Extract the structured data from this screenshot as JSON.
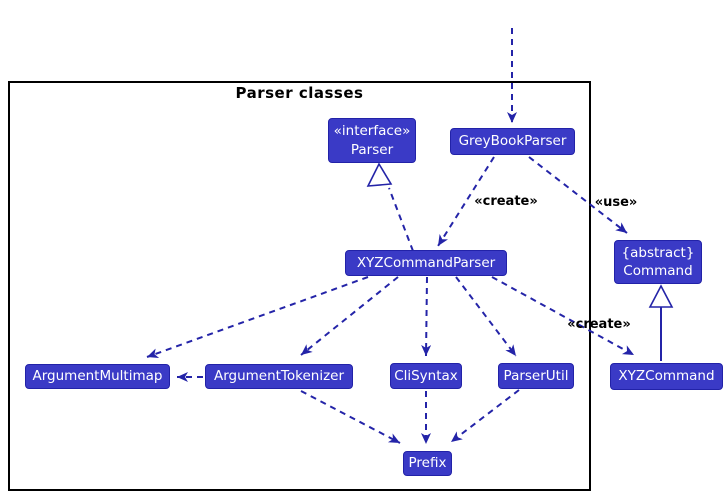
{
  "diagram": {
    "frame_title": "Parser classes",
    "classes": [
      {
        "name": "parser-interface",
        "stereotype": "«interface»",
        "label": "Parser"
      },
      {
        "name": "greybook-parser",
        "label": "GreyBookParser"
      },
      {
        "name": "xyz-command-parser",
        "label": "XYZCommandParser"
      },
      {
        "name": "command",
        "stereotype": "{abstract}",
        "label": "Command"
      },
      {
        "name": "argument-multimap",
        "label": "ArgumentMultimap"
      },
      {
        "name": "argument-tokenizer",
        "label": "ArgumentTokenizer"
      },
      {
        "name": "cli-syntax",
        "label": "CliSyntax"
      },
      {
        "name": "parser-util",
        "label": "ParserUtil"
      },
      {
        "name": "xyz-command",
        "label": "XYZCommand"
      },
      {
        "name": "prefix",
        "label": "Prefix"
      }
    ],
    "edge_labels": [
      {
        "name": "label-create-xyzcommandparser",
        "text": "«create»"
      },
      {
        "name": "label-use-command",
        "text": "«use»"
      },
      {
        "name": "label-create-xyzcommand",
        "text": "«create»"
      }
    ],
    "colors": {
      "class_fill": "#3a3ac6",
      "class_border": "#2222a8",
      "class_text": "#ffffff",
      "arrow": "#2424a8",
      "frame_border": "#000000",
      "label_text": "#000000",
      "background": "#ffffff"
    }
  }
}
